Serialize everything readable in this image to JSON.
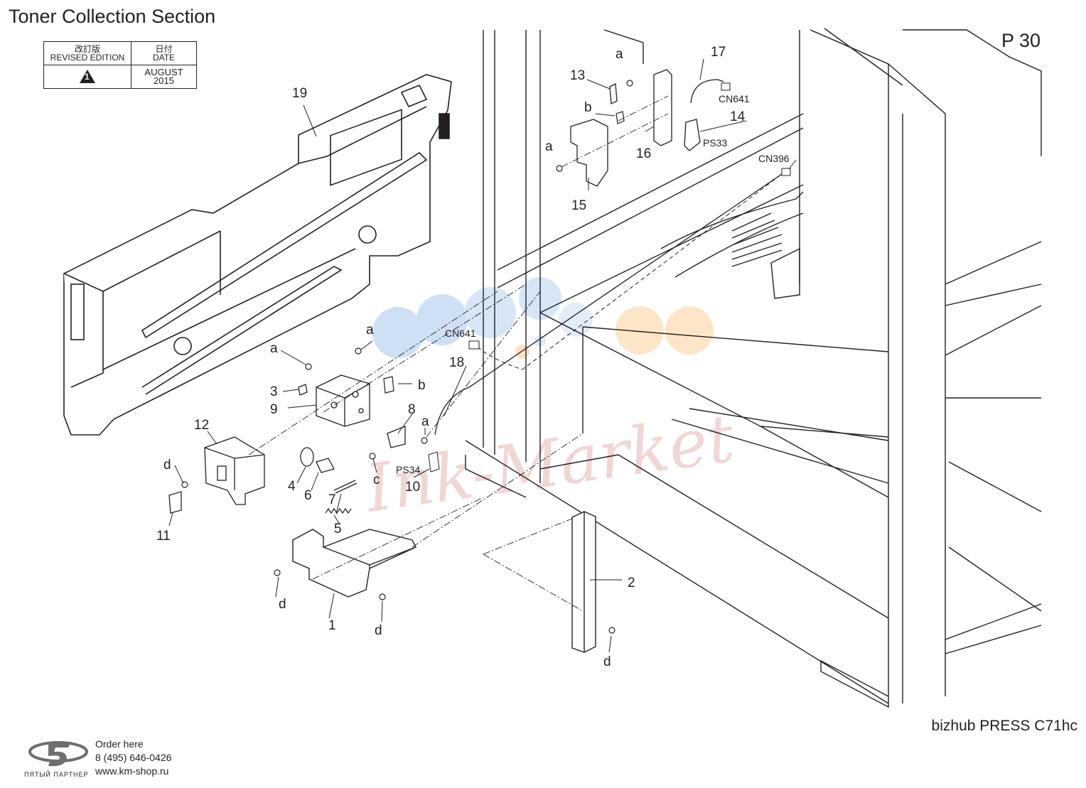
{
  "page": {
    "title": "Toner Collection Section",
    "page_number": "P 30",
    "model": "bizhub PRESS C71hc"
  },
  "revision_table": {
    "col1_header_jp": "改訂版",
    "col1_header_en": "REVISED EDITION",
    "col2_header_jp": "日付",
    "col2_header_en": "DATE",
    "edition_mark": "1",
    "date_month": "AUGUST",
    "date_year": "2015"
  },
  "callouts": {
    "n1": "1",
    "n2": "2",
    "n3": "3",
    "n4": "4",
    "n5": "5",
    "n6": "6",
    "n7": "7",
    "n8": "8",
    "n9": "9",
    "n10": "10",
    "n11": "11",
    "n12": "12",
    "n13": "13",
    "n14": "14",
    "n15": "15",
    "n16": "16",
    "n17": "17",
    "n18": "18",
    "n19": "19",
    "a": "a",
    "b": "b",
    "c": "c",
    "d": "d"
  },
  "connectors": {
    "cn641": "CN641",
    "cn396": "CN396",
    "ps33": "PS33",
    "ps34": "PS34"
  },
  "watermark": "Ink-Market",
  "footer": {
    "order_label": "Order here",
    "phone": "8 (495) 646-0426",
    "website": "www.km-shop.ru",
    "brand": "ПЯТЫЙ ПАРТНЕР"
  },
  "colors": {
    "ink": "#231f20",
    "watermark_blue": "#cfe0f5",
    "watermark_orange": "#fde6c8",
    "watermark_red": "#f1d6d6"
  }
}
